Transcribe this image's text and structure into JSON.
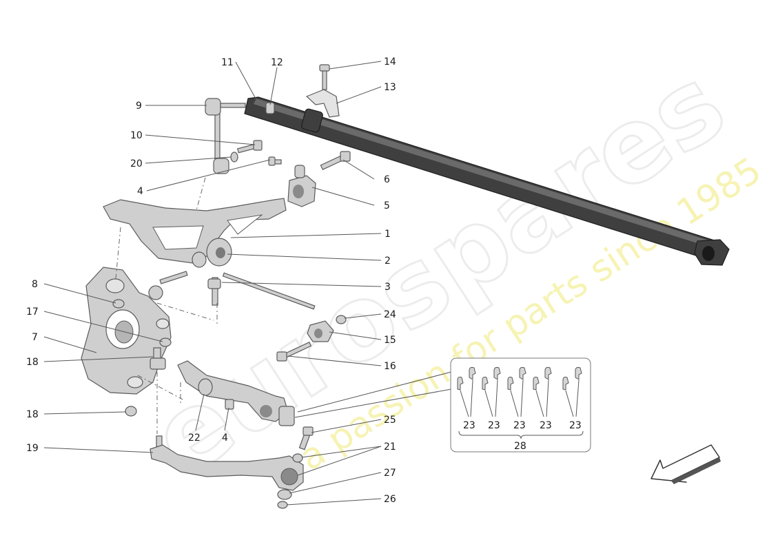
{
  "watermark": {
    "brand": "eurospares",
    "tagline": "a passion for parts since 1985"
  },
  "callouts": {
    "c1": "1",
    "c2": "2",
    "c3": "3",
    "c4a": "4",
    "c4b": "4",
    "c5": "5",
    "c6": "6",
    "c7": "7",
    "c8": "8",
    "c9": "9",
    "c10": "10",
    "c11": "11",
    "c12": "12",
    "c13": "13",
    "c14": "14",
    "c15": "15",
    "c16": "16",
    "c17": "17",
    "c18a": "18",
    "c18b": "18",
    "c19": "19",
    "c20": "20",
    "c21": "21",
    "c22": "22",
    "c24": "24",
    "c25": "25",
    "c26": "26",
    "c27": "27"
  },
  "clip_kit": {
    "items": [
      "23",
      "23",
      "23",
      "23",
      "23"
    ],
    "group_label": "28"
  }
}
